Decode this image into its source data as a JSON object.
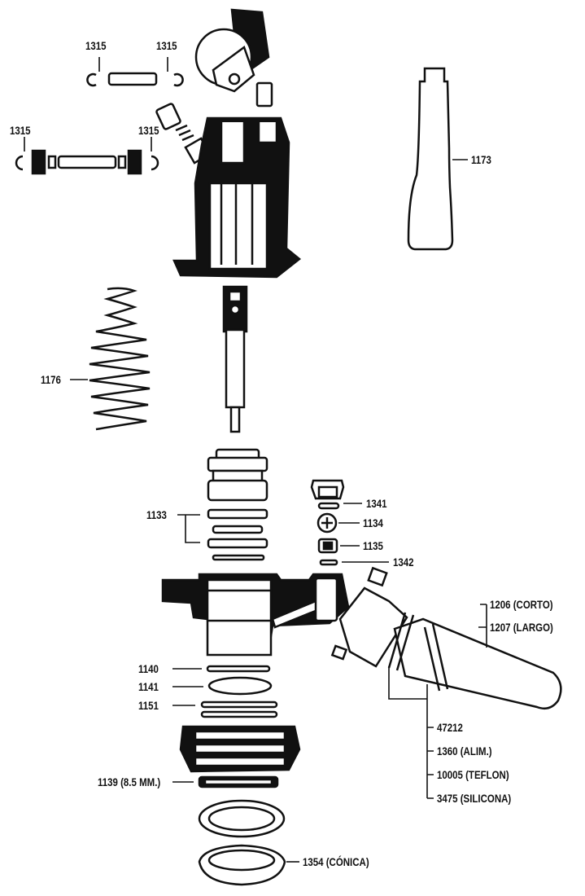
{
  "labels": {
    "p1315a": "1315",
    "p1315b": "1315",
    "p1315c": "1315",
    "p1315d": "1315",
    "p1173": "1173",
    "p1176": "1176",
    "p1133": "1133",
    "p1341": "1341",
    "p1134": "1134",
    "p1135": "1135",
    "p1342": "1342",
    "p1206": "1206 (CORTO)",
    "p1207": "1207 (LARGO)",
    "p1140": "1140",
    "p1141": "1141",
    "p1151": "1151",
    "p47212": "47212",
    "p1360": "1360 (ALIM.)",
    "p10005": "10005 (TEFLON)",
    "p3475": "3475 (SILICONA)",
    "p1139": "1139 (8.5 MM.)",
    "p1354": "1354 (CÓNICA)"
  },
  "colors": {
    "ink": "#111111",
    "paper": "#ffffff"
  }
}
